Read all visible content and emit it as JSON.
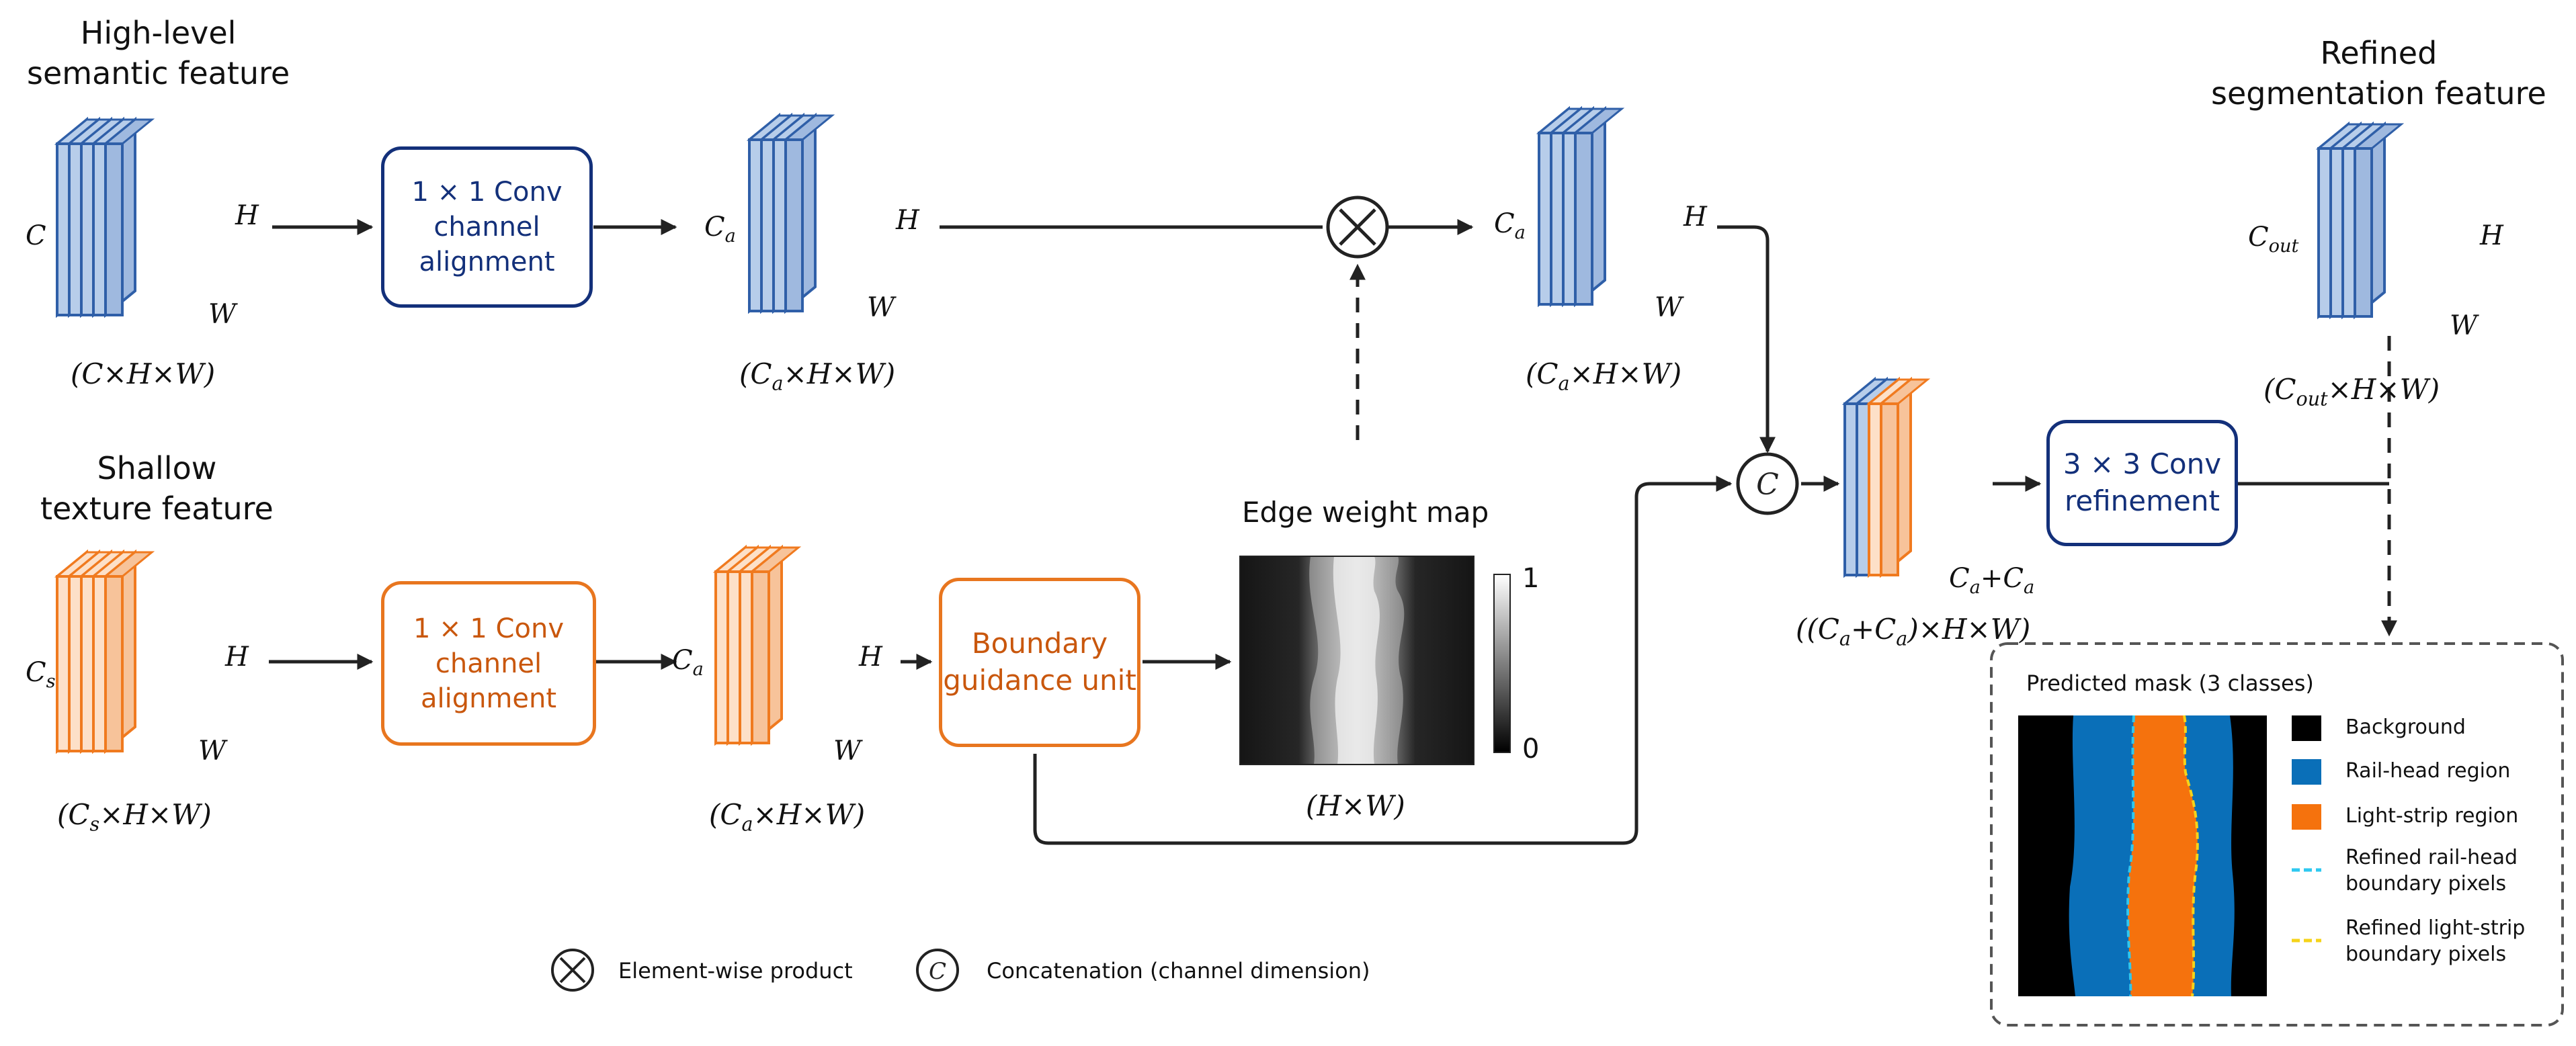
{
  "titles": {
    "high_level_line1": "High-level",
    "high_level_line2": "semantic feature",
    "shallow_line1": "Shallow",
    "shallow_line2": "texture feature",
    "refined_line1": "Refined",
    "refined_line2": "segmentation feature",
    "edge_map": "Edge weight map"
  },
  "boxes": {
    "conv_blue": [
      "1 × 1 Conv",
      "channel",
      "alignment"
    ],
    "conv_orange": [
      "1 × 1 Conv",
      "channel",
      "alignment"
    ],
    "boundary": [
      "Boundary",
      "guidance unit"
    ],
    "refine": [
      "3 × 3 Conv",
      "refinement"
    ]
  },
  "axis_labels": {
    "C": "C",
    "Cs": "C_s",
    "Ca": "C_a",
    "H": "H",
    "W": "W",
    "Cout": "C_out",
    "CaCa": "C_a+C_a"
  },
  "dims": {
    "high_in": "(C×H×W)",
    "high_aligned": "(C_a×H×W)",
    "weighted": "(C_a×H×W)",
    "shallow_in": "(C_s×H×W)",
    "shallow_aligned": "(C_a×H×W)",
    "edge": "(H×W)",
    "concat": "((C_a+C_a)×H×W)",
    "out": "(C_out×H×W)"
  },
  "colorbar": {
    "max": "1",
    "min": "0"
  },
  "operators": {
    "product": "×",
    "concat": "C"
  },
  "legend": {
    "product": "Element-wise product",
    "concat": "Concatenation (channel dimension)"
  },
  "mask_panel": {
    "title": "Predicted mask (3 classes)",
    "items": [
      {
        "label": "Background",
        "color": "#000000",
        "kind": "swatch"
      },
      {
        "label": "Rail-head region",
        "color": "#0a6fb8",
        "kind": "swatch"
      },
      {
        "label": "Light-strip region",
        "color": "#f5720d",
        "kind": "swatch"
      },
      {
        "label": "Refined rail-head",
        "label2": "boundary pixels",
        "color": "#2ec8f0",
        "kind": "dash"
      },
      {
        "label": "Refined light-strip",
        "label2": "boundary pixels",
        "color": "#f5d31a",
        "kind": "dash"
      }
    ]
  },
  "colors": {
    "blue_fill": "#b7cdea",
    "blue_edge": "#2f5fa8",
    "orange_fill": "#fde0c8",
    "orange_edge": "#f07a1f",
    "arrow": "#222222"
  }
}
